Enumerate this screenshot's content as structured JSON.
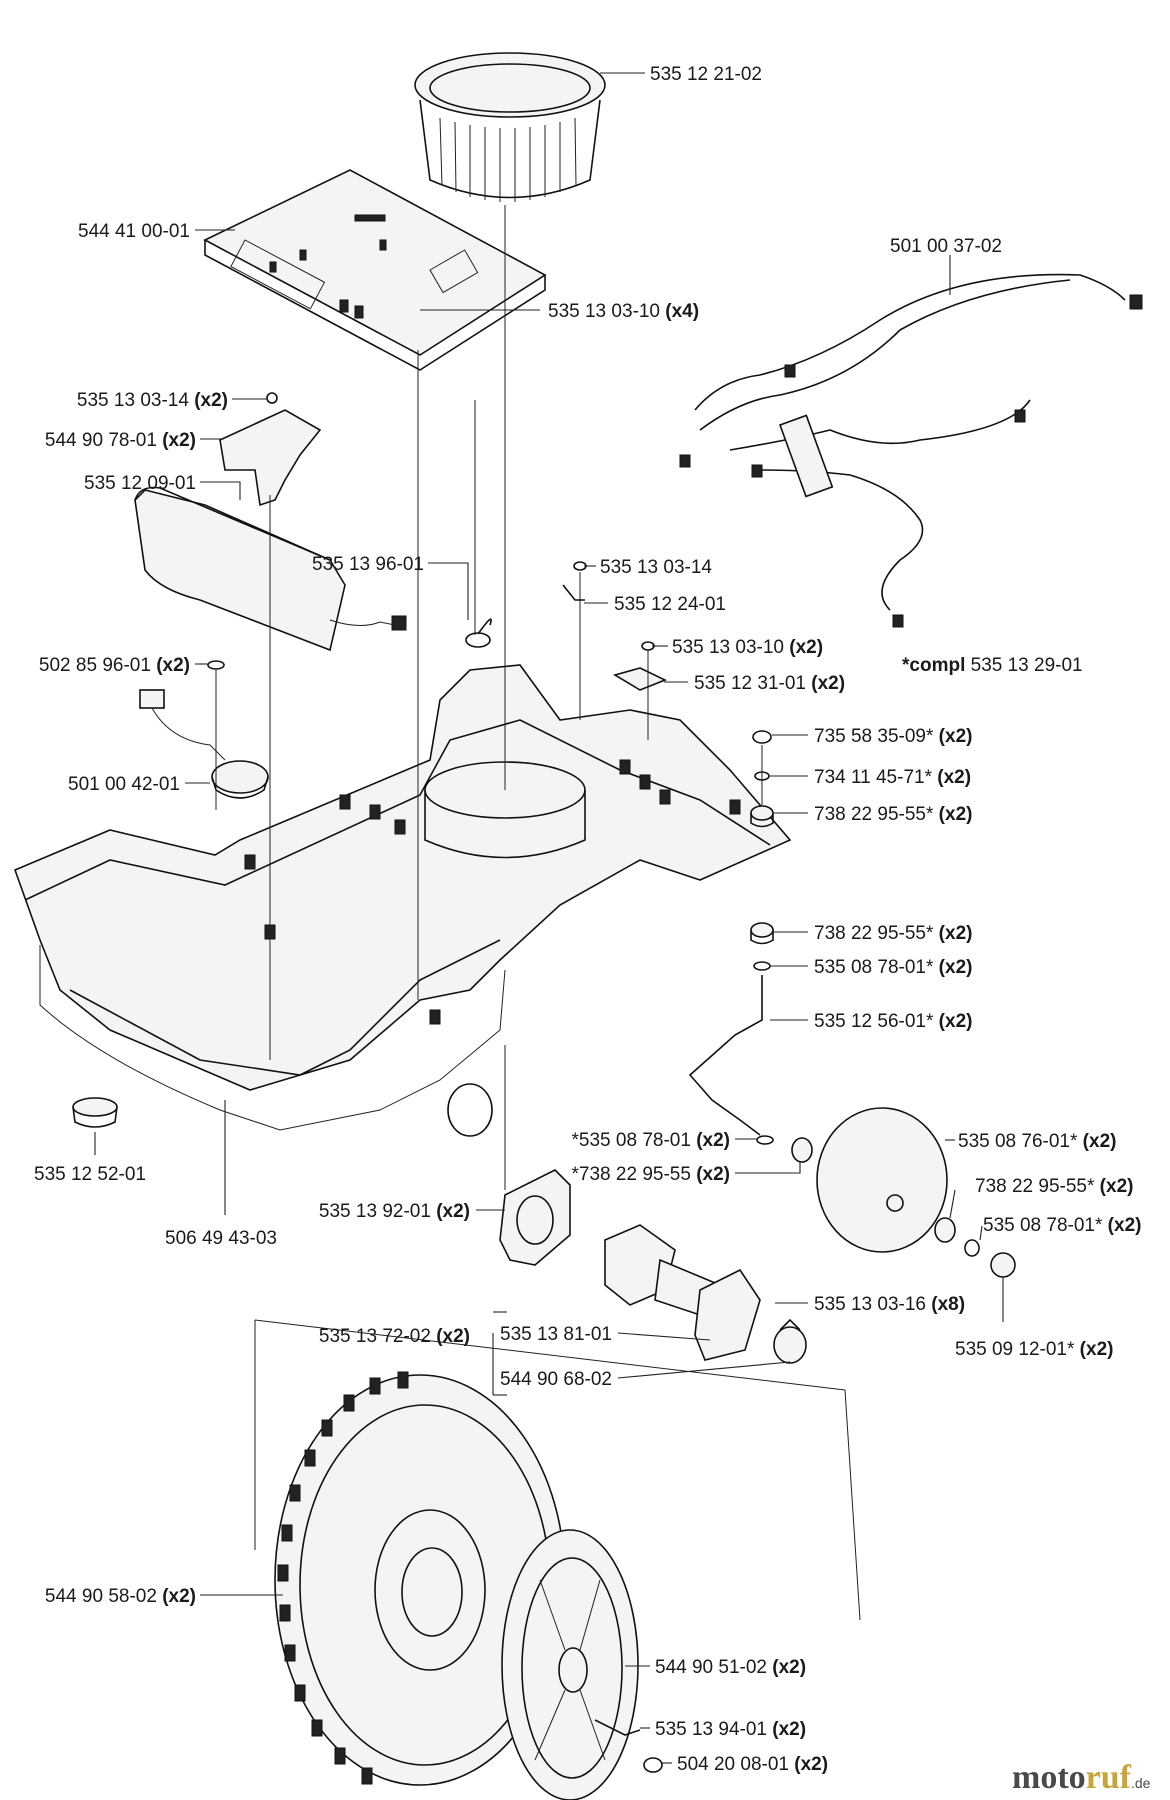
{
  "callouts": [
    {
      "id": "c1",
      "part": "535 12 21-02",
      "qty": "",
      "anchor": "start"
    },
    {
      "id": "c2",
      "part": "544 41 00-01",
      "qty": "",
      "anchor": "end"
    },
    {
      "id": "c3",
      "part": "535 13 03-10",
      "qty": "(x4)",
      "anchor": "start"
    },
    {
      "id": "c4",
      "part": "501 00 37-02",
      "qty": "",
      "anchor": "start"
    },
    {
      "id": "c5",
      "part": "535 13 03-14",
      "qty": "(x2)",
      "anchor": "end"
    },
    {
      "id": "c6",
      "part": "544 90 78-01",
      "qty": "(x2)",
      "anchor": "end"
    },
    {
      "id": "c7",
      "part": "535 12 09-01",
      "qty": "",
      "anchor": "end"
    },
    {
      "id": "c8",
      "part": "535 13 96-01",
      "qty": "",
      "anchor": "end"
    },
    {
      "id": "c9",
      "part": "535 13 03-14",
      "qty": "",
      "anchor": "start"
    },
    {
      "id": "c10",
      "part": "535 12 24-01",
      "qty": "",
      "anchor": "start"
    },
    {
      "id": "c11",
      "part": "535 13 03-10",
      "qty": "(x2)",
      "anchor": "start"
    },
    {
      "id": "c12",
      "part": "502 85 96-01",
      "qty": "(x2)",
      "anchor": "end"
    },
    {
      "id": "c13",
      "part": "535 12 31-01",
      "qty": "(x2)",
      "anchor": "start"
    },
    {
      "id": "c14",
      "part": "501 00 42-01",
      "qty": "",
      "anchor": "end"
    },
    {
      "id": "c15",
      "part": "735 58 35-09*",
      "qty": "(x2)",
      "anchor": "start"
    },
    {
      "id": "c16",
      "part": "734 11 45-71*",
      "qty": "(x2)",
      "anchor": "start"
    },
    {
      "id": "c17",
      "part": "738 22 95-55*",
      "qty": "(x2)",
      "anchor": "start"
    },
    {
      "id": "c18",
      "part": "738 22 95-55*",
      "qty": "(x2)",
      "anchor": "start"
    },
    {
      "id": "c19",
      "part": "535 08 78-01*",
      "qty": "(x2)",
      "anchor": "start"
    },
    {
      "id": "c20",
      "part": "535 12 56-01*",
      "qty": "(x2)",
      "anchor": "start"
    },
    {
      "id": "c21",
      "part": "535 12 52-01",
      "qty": "",
      "anchor": "start"
    },
    {
      "id": "c22",
      "part": "506 49 43-03",
      "qty": "",
      "anchor": "start"
    },
    {
      "id": "c23",
      "part": "*535 08 78-01",
      "qty": "(x2)",
      "anchor": "end"
    },
    {
      "id": "c24",
      "part": "*738 22 95-55",
      "qty": "(x2)",
      "anchor": "end"
    },
    {
      "id": "c25",
      "part": "535 08 76-01*",
      "qty": "(x2)",
      "anchor": "start"
    },
    {
      "id": "c26",
      "part": "738 22 95-55*",
      "qty": "(x2)",
      "anchor": "start"
    },
    {
      "id": "c27",
      "part": "535 08 78-01*",
      "qty": "(x2)",
      "anchor": "start"
    },
    {
      "id": "c28",
      "part": "535 13 92-01",
      "qty": "(x2)",
      "anchor": "end"
    },
    {
      "id": "c29",
      "part": "535 13 03-16",
      "qty": "(x8)",
      "anchor": "start"
    },
    {
      "id": "c30",
      "part": "535 09 12-01*",
      "qty": "(x2)",
      "anchor": "start"
    },
    {
      "id": "c31",
      "part": "535 13 72-02",
      "qty": "(x2)",
      "anchor": "end"
    },
    {
      "id": "c32",
      "part": "535 13 81-01",
      "qty": "",
      "anchor": "start"
    },
    {
      "id": "c33",
      "part": "544 90 68-02",
      "qty": "",
      "anchor": "start"
    },
    {
      "id": "c34",
      "part": "544 90 58-02",
      "qty": "(x2)",
      "anchor": "end"
    },
    {
      "id": "c35",
      "part": "544 90 51-02",
      "qty": "(x2)",
      "anchor": "start"
    },
    {
      "id": "c36",
      "part": "535 13 94-01",
      "qty": "(x2)",
      "anchor": "start"
    },
    {
      "id": "c37",
      "part": "504 20 08-01",
      "qty": "(x2)",
      "anchor": "start"
    }
  ],
  "kit_note": {
    "prefix": "*compl",
    "part": "535 13 29-01"
  },
  "watermark": {
    "brand_a": "moto",
    "brand_b": "ruf",
    "suffix": ".de"
  }
}
